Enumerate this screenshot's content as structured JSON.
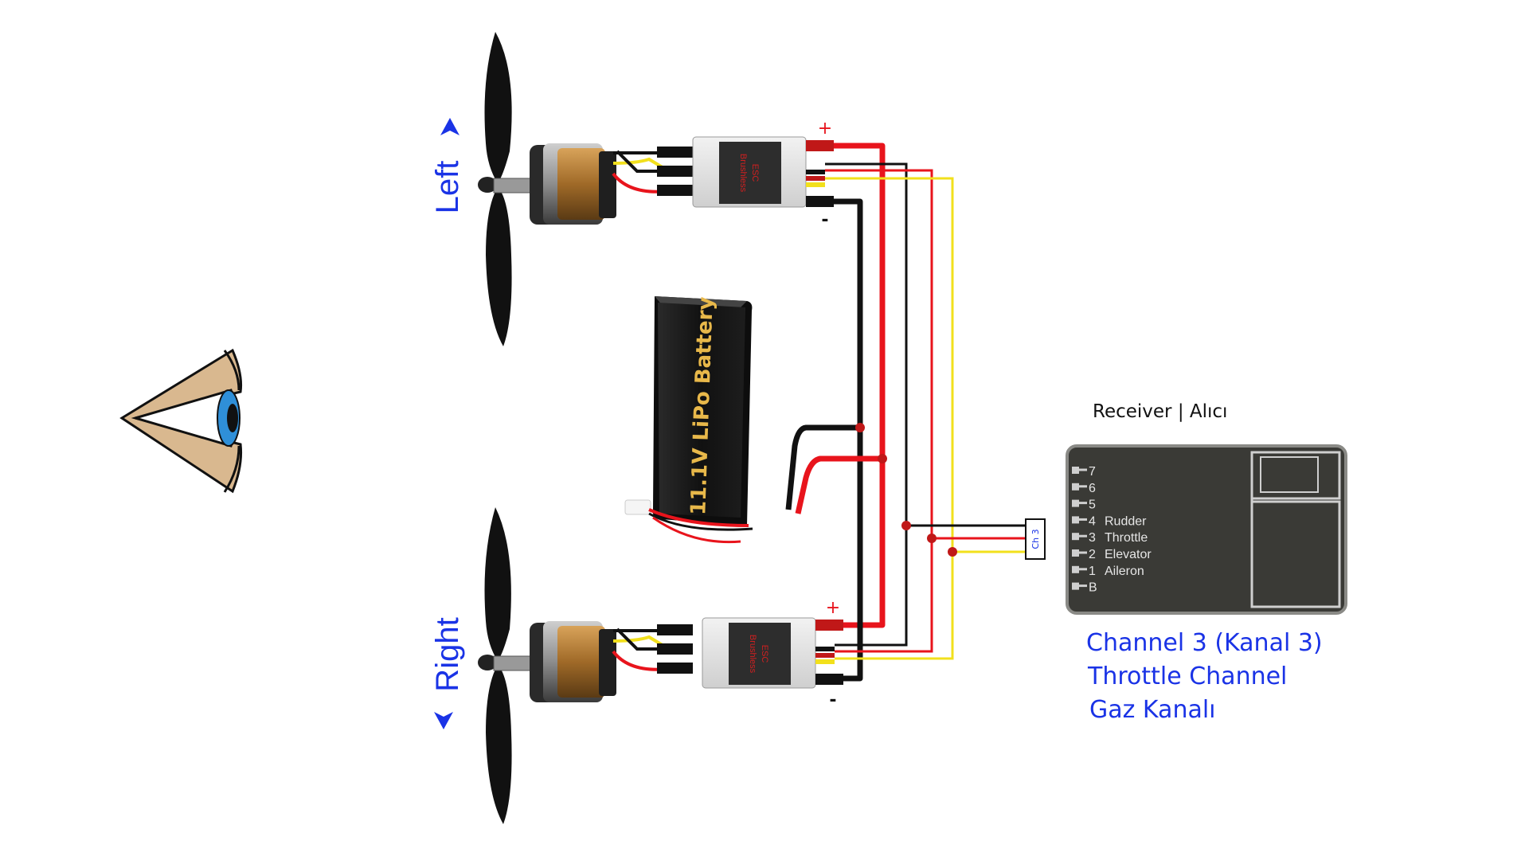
{
  "labels": {
    "left": "Left",
    "right": "Right"
  },
  "esc": {
    "line1": "Brushless",
    "line2": "ESC",
    "plus": "+",
    "minus": "-"
  },
  "battery": {
    "label": "11.1V LiPo Battery"
  },
  "receiver": {
    "title": "Receiver | Alıcı",
    "channels": [
      {
        "num": "7",
        "name": ""
      },
      {
        "num": "6",
        "name": ""
      },
      {
        "num": "5",
        "name": ""
      },
      {
        "num": "4",
        "name": "Rudder"
      },
      {
        "num": "3",
        "name": "Throttle"
      },
      {
        "num": "2",
        "name": "Elevator"
      },
      {
        "num": "1",
        "name": "Aileron"
      },
      {
        "num": "B",
        "name": ""
      }
    ],
    "plug_label": "Ch 3"
  },
  "channel_info": {
    "line1": "Channel 3 (Kanal 3)",
    "line2": "Throttle Channel",
    "line3": "Gaz Kanalı"
  },
  "colors": {
    "positive_wire": "#e8141c",
    "negative_wire": "#111111",
    "signal_wire": "#f2e01c",
    "label_blue": "#1a33e6",
    "eye_skin": "#d9b88f",
    "eye_iris": "#2f8fd8",
    "esc_body": "#e6e6e6",
    "receiver_body": "#3a3a36"
  }
}
